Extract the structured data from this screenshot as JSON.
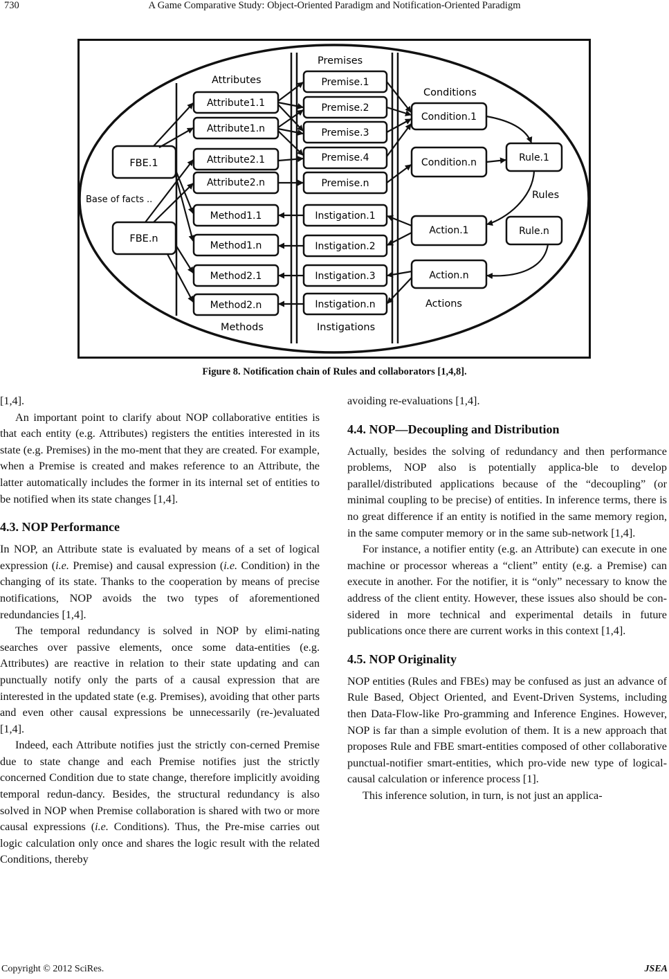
{
  "header": {
    "page_number": "730",
    "running_title": "A Game Comparative Study: Object-Oriented Paradigm and Notification-Oriented Paradigm"
  },
  "figure": {
    "caption": "Figure 8. Notification chain of Rules and collaborators [1,4,8].",
    "group_labels": {
      "premises": "Premises",
      "attributes": "Attributes",
      "conditions": "Conditions",
      "base_of_facts": "Base of facts",
      "rules": "Rules",
      "methods": "Methods",
      "instigations": "Instigations",
      "actions": "Actions"
    },
    "fbes": [
      "FBE.1",
      "FBE.n"
    ],
    "attributes": [
      "Attribute1.1",
      "Attribute1.n",
      "Attribute2.1",
      "Attribute2.n"
    ],
    "methods": [
      "Method1.1",
      "Method1.n",
      "Method2.1",
      "Method2.n"
    ],
    "premises": [
      "Premise.1",
      "Premise.2",
      "Premise.3",
      "Premise.4",
      "Premise.n"
    ],
    "instigations": [
      "Instigation.1",
      "Instigation.2",
      "Instigation.3",
      "Instigation.n"
    ],
    "conditions": [
      "Condition.1",
      "Condition.n"
    ],
    "actions": [
      "Action.1",
      "Action.n"
    ],
    "rules": [
      "Rule.1",
      "Rule.n"
    ]
  },
  "left_column": {
    "p0": "[1,4].",
    "p1": "An important point to clarify about NOP collaborative entities is that each entity (e.g. Attributes) registers the entities interested in its state (e.g. Premises) in the mo-ment that they are created. For example, when a Premise is created and makes reference to an Attribute, the latter automatically includes the former in its internal set of entities to be notified when its state changes [1,4].",
    "h43": "4.3. NOP Performance",
    "p2": {
      "a": "In NOP, an Attribute state is evaluated by means of a set of logical expression (",
      "ie1": "i.e.",
      "b": " Premise) and causal expression (",
      "ie2": "i.e.",
      "c": " Condition) in the changing of its state. Thanks to the cooperation by means of precise notifications, NOP avoids the two types of aforementioned redundancies [1,4]."
    },
    "p3": "The temporal redundancy is solved in NOP by elimi-nating searches over passive elements, once some data-entities (e.g. Attributes) are reactive in relation to their state updating and can punctually notify only the parts of a causal expression that are interested in the updated state (e.g. Premises), avoiding that other parts and even other causal expressions be unnecessarily (re-)evaluated [1,4].",
    "p4": {
      "a": "Indeed, each Attribute notifies just the strictly con-cerned Premise due to state change and each Premise notifies just the strictly concerned Condition due to state change, therefore implicitly avoiding temporal redun-dancy. Besides, the structural redundancy is also solved in NOP when Premise collaboration is shared with two or more causal expressions (",
      "ie": "i.e.",
      "b": " Conditions). Thus, the Pre-mise carries out logic calculation only once and shares the logic result with the related Conditions, thereby"
    }
  },
  "right_column": {
    "p0": "avoiding re-evaluations [1,4].",
    "h44": "4.4. NOP—Decoupling and Distribution",
    "p1": "Actually, besides the solving of redundancy and then performance problems, NOP also is potentially applica-ble to develop parallel/distributed applications because of the “decoupling” (or minimal coupling to be precise) of entities. In inference terms, there is no great difference if an entity is notified in the same memory region, in the same computer memory or in the same sub-network [1,4].",
    "p2": "For instance, a notifier entity (e.g. an Attribute) can execute in one machine or processor whereas a “client” entity (e.g. a Premise) can execute in another. For the notifier, it is “only” necessary to know the address of the client entity. However, these issues also should be con-sidered in more technical and experimental details in future publications once there are current works in this context [1,4].",
    "h45": "4.5. NOP Originality",
    "p3": "NOP entities (Rules and FBEs) may be confused as just an advance of Rule Based, Object Oriented, and Event-Driven Systems, including then Data-Flow-like Pro-gramming and Inference Engines. However, NOP is far than a simple evolution of them. It is a new approach that proposes Rule and FBE smart-entities composed of other collaborative punctual-notifier smart-entities, which pro-vide new type of logical-causal calculation or inference process [1].",
    "p4": "This inference solution, in turn, is not just an applica-"
  },
  "footer": {
    "copyright": "Copyright © 2012 SciRes.",
    "journal": "JSEA"
  }
}
